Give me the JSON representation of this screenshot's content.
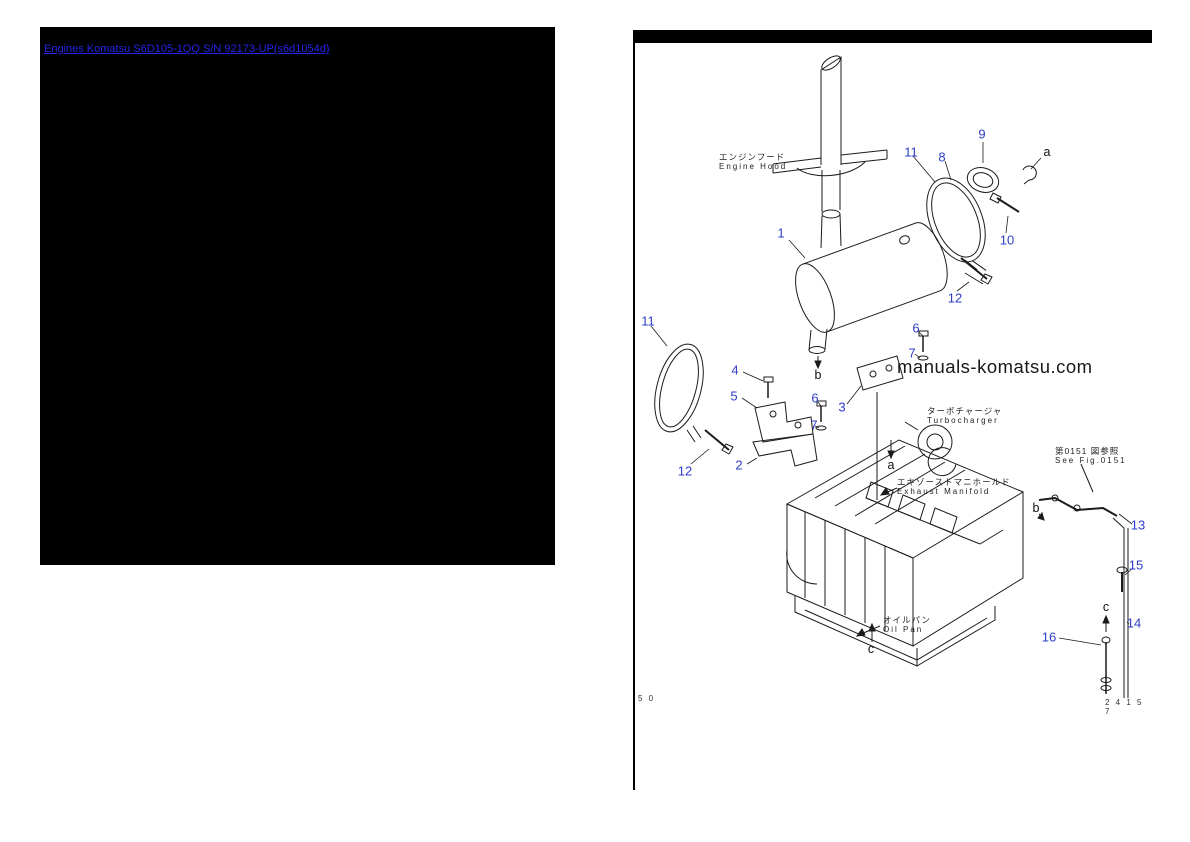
{
  "colors": {
    "link": "#2525e8",
    "callout": "#2e3cc8",
    "ink": "#1b1b1b"
  },
  "left_panel": {
    "link_text": "Engines Komatsu S6D105-1QQ S/N 92173-UP(s6d1054d)"
  },
  "diagram_panel": {
    "watermark": "manuals-komatsu.com",
    "part_labels": [
      {
        "jp": "エンジンフード",
        "en": "Engine Hood"
      },
      {
        "jp": "ターボチャージャ",
        "en": "Turbocharger"
      },
      {
        "jp": "エキゾーストマニホールド",
        "en": "Exhaust Manifold"
      },
      {
        "jp": "第0151 図参照",
        "en": "See Fig.0151"
      },
      {
        "jp": "オイルパン",
        "en": "Oil Pan"
      }
    ],
    "callouts": [
      "11",
      "8",
      "9",
      "10",
      "1",
      "12",
      "11",
      "6",
      "7",
      "4",
      "5",
      "6",
      "3",
      "7",
      "2",
      "12",
      "13",
      "15",
      "14",
      "16"
    ],
    "letters": [
      "a",
      "b",
      "a",
      "b",
      "c",
      "c"
    ],
    "corner_left_text": "5 0",
    "corner_right_text": "2 4 1 5 7"
  }
}
